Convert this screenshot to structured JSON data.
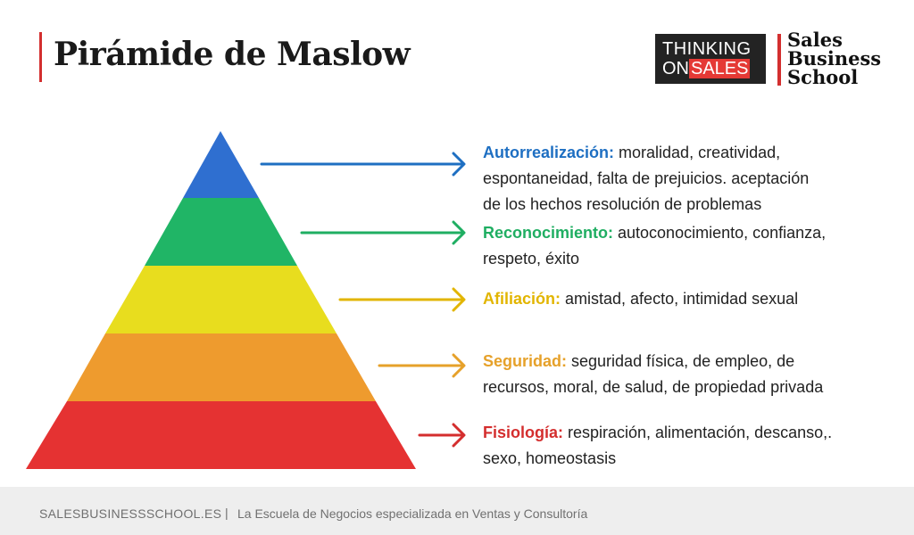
{
  "header": {
    "title": "Pirámide de Maslow",
    "logo_thinking": "THINKING",
    "logo_on": "ON",
    "logo_sales": "SALES",
    "brand_lines": [
      "Sales",
      "Business",
      "School"
    ],
    "accent_color": "#d32f2f"
  },
  "levels": [
    {
      "name": "Autorrealización:",
      "text_line1": " moralidad, creatividad,",
      "text_line2": "espontaneidad, falta  de prejuicios. aceptación",
      "text_line3": "de los hechos resolución de problemas",
      "color": "#2f6fd0",
      "label_color": "#1e6fc2"
    },
    {
      "name": "Reconocimiento:",
      "text_line1": " autoconocimiento, confianza,",
      "text_line2": "respeto, éxito",
      "color": "#20b566",
      "label_color": "#1fae62"
    },
    {
      "name": "Afiliación:",
      "text_line1": " amistad, afecto, intimidad sexual",
      "color": "#e8dd1e",
      "label_color": "#e2b500"
    },
    {
      "name": "Seguridad:",
      "text_line1": " seguridad física, de empleo, de",
      "text_line2": "recursos, moral, de salud, de propiedad privada",
      "color": "#ee9b2e",
      "label_color": "#e6a12a"
    },
    {
      "name": "Fisiología:",
      "text_line1": " respiración, alimentación, descanso,.",
      "text_line2": "sexo, homeostasis",
      "color": "#e53232",
      "label_color": "#d42e2e"
    }
  ],
  "footer": {
    "site": "SALESBUSINESSSCHOOL.ES",
    "separator": "|",
    "tagline": "La Escuela de Negocios especializada en Ventas y Consultoría"
  }
}
